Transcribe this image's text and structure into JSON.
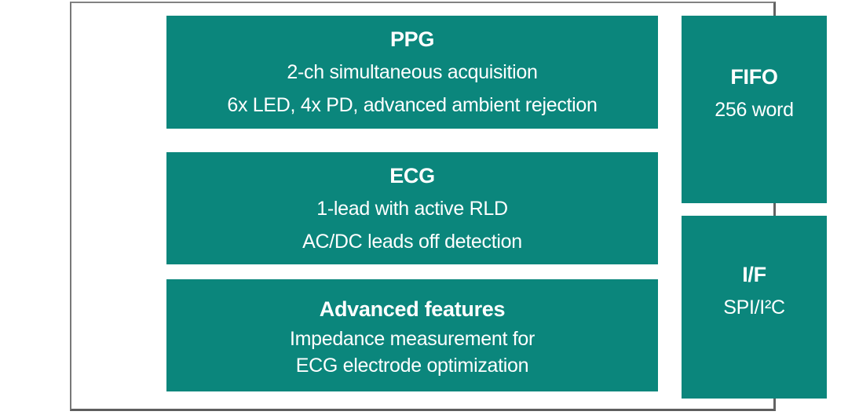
{
  "colors": {
    "block_fill": "#0b867c",
    "block_text": "#ffffff",
    "frame_border": "#6e6e6e",
    "background": "#ffffff"
  },
  "blocks": {
    "left": [
      {
        "title": "PPG",
        "items": [
          "2-ch simultaneous acquisition",
          "6x LED, 4x PD, advanced ambient rejection"
        ]
      },
      {
        "title": "ECG",
        "items": [
          "1-lead with active RLD",
          "AC/DC leads off detection"
        ]
      },
      {
        "title": "Advanced features",
        "items": [
          "Impedance measurement for\nECG electrode optimization"
        ]
      }
    ],
    "right": [
      {
        "title": "FIFO",
        "items": [
          "256 word"
        ]
      },
      {
        "title": "I/F",
        "items": [
          "SPI/I²C"
        ]
      }
    ]
  }
}
